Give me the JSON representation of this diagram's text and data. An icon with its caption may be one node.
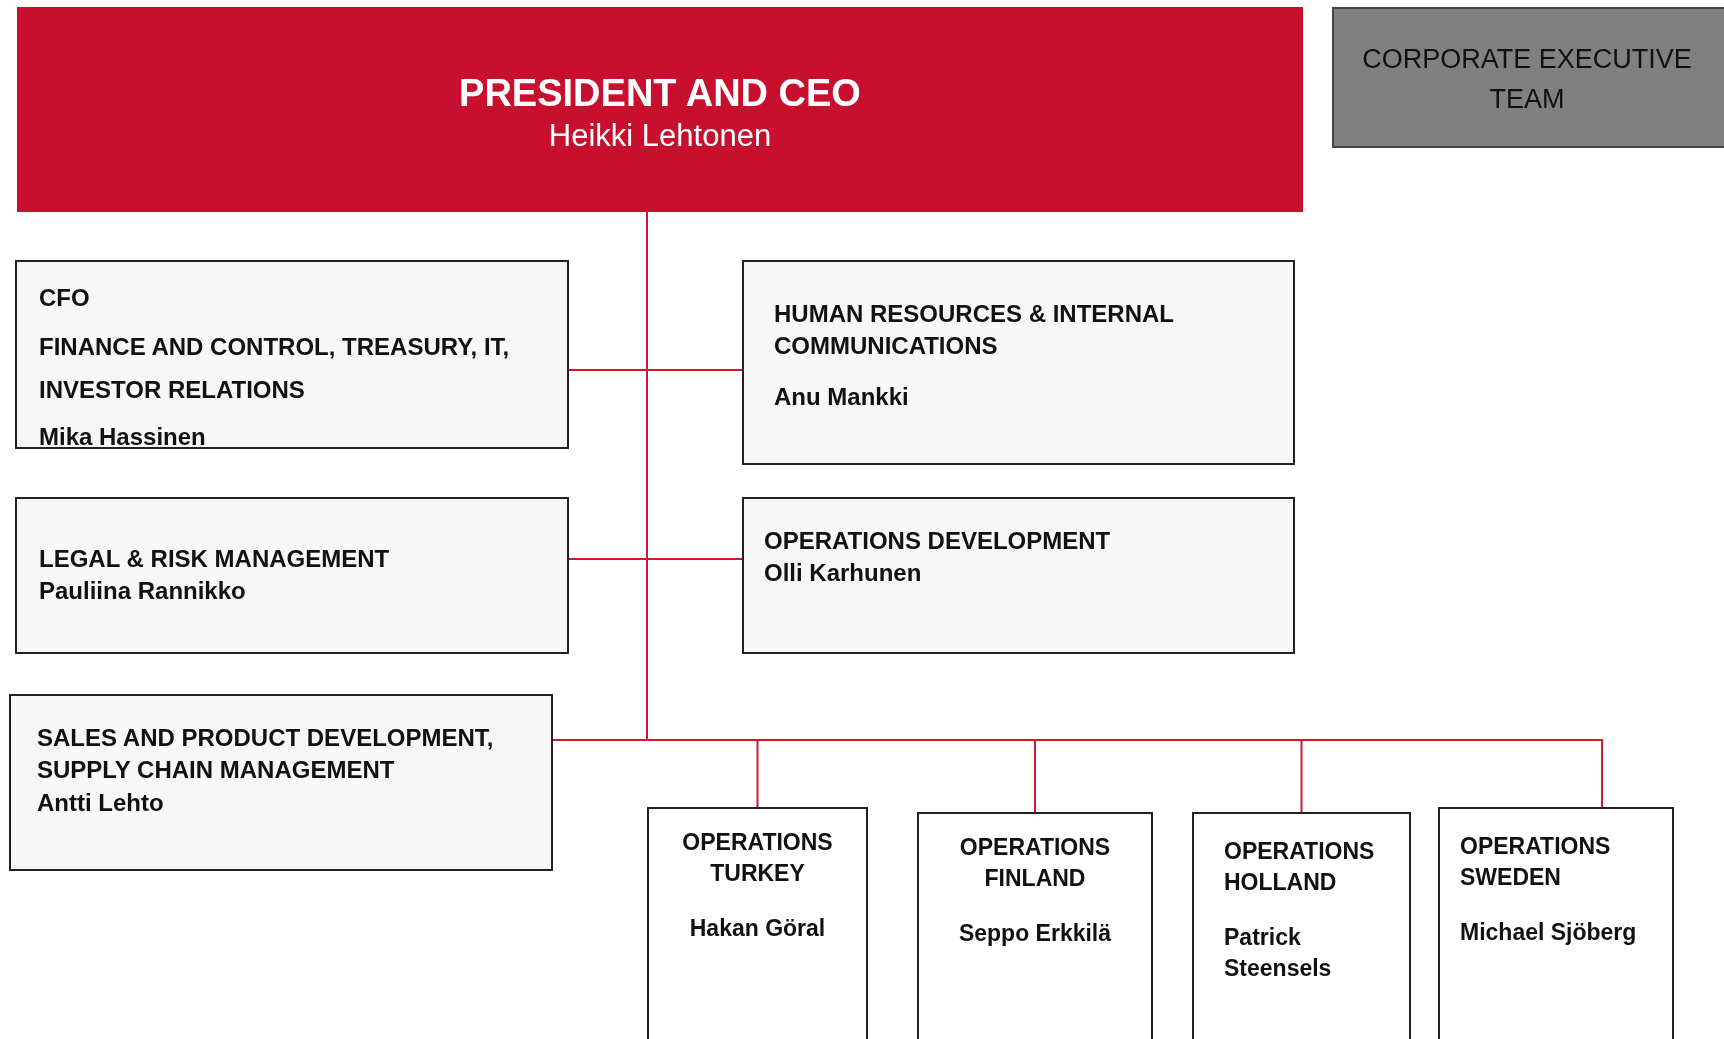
{
  "diagram": {
    "nodes": [
      {
        "text": [
          "PRESIDENT AND CEO",
          "Heikki Lehtonen"
        ]
      },
      {
        "text": [
          "CORPORATE EXECUTIVE TEAM"
        ]
      },
      {
        "text": [
          "CFO",
          "FINANCE AND CONTROL, TREASURY, IT, INVESTOR RELATIONS",
          "Mika Hassinen"
        ]
      },
      {
        "text": [
          "HUMAN RESOURCES & INTERNAL COMMUNICATIONS",
          "Anu Mankki"
        ]
      },
      {
        "text": [
          "LEGAL & RISK MANAGEMENT",
          "Pauliina Rannikko"
        ]
      },
      {
        "text": [
          "OPERATIONS DEVELOPMENT",
          "Olli Karhunen"
        ]
      },
      {
        "text": [
          "SALES AND PRODUCT DEVELOPMENT, SUPPLY CHAIN MANAGEMENT",
          "Antti Lehto"
        ]
      },
      {
        "text": [
          "OPERATIONS TURKEY",
          "Hakan Göral"
        ]
      },
      {
        "text": [
          "OPERATIONS FINLAND",
          "Seppo Erkkilä"
        ]
      },
      {
        "text": [
          "OPERATIONS HOLLAND",
          "Patrick Steensels"
        ]
      },
      {
        "text": [
          "OPERATIONS SWEDEN",
          "Michael Sjöberg"
        ]
      }
    ],
    "edges": [
      {
        "from": 0,
        "to": 2,
        "arrow": "none"
      },
      {
        "from": 0,
        "to": 3,
        "arrow": "none"
      },
      {
        "from": 0,
        "to": 4,
        "arrow": "none"
      },
      {
        "from": 0,
        "to": 5,
        "arrow": "none"
      },
      {
        "from": 0,
        "to": 6,
        "arrow": "none"
      },
      {
        "from": 0,
        "to": 7,
        "arrow": "none"
      },
      {
        "from": 0,
        "to": 8,
        "arrow": "none"
      },
      {
        "from": 0,
        "to": 9,
        "arrow": "none"
      },
      {
        "from": 0,
        "to": 10,
        "arrow": "none"
      }
    ]
  }
}
